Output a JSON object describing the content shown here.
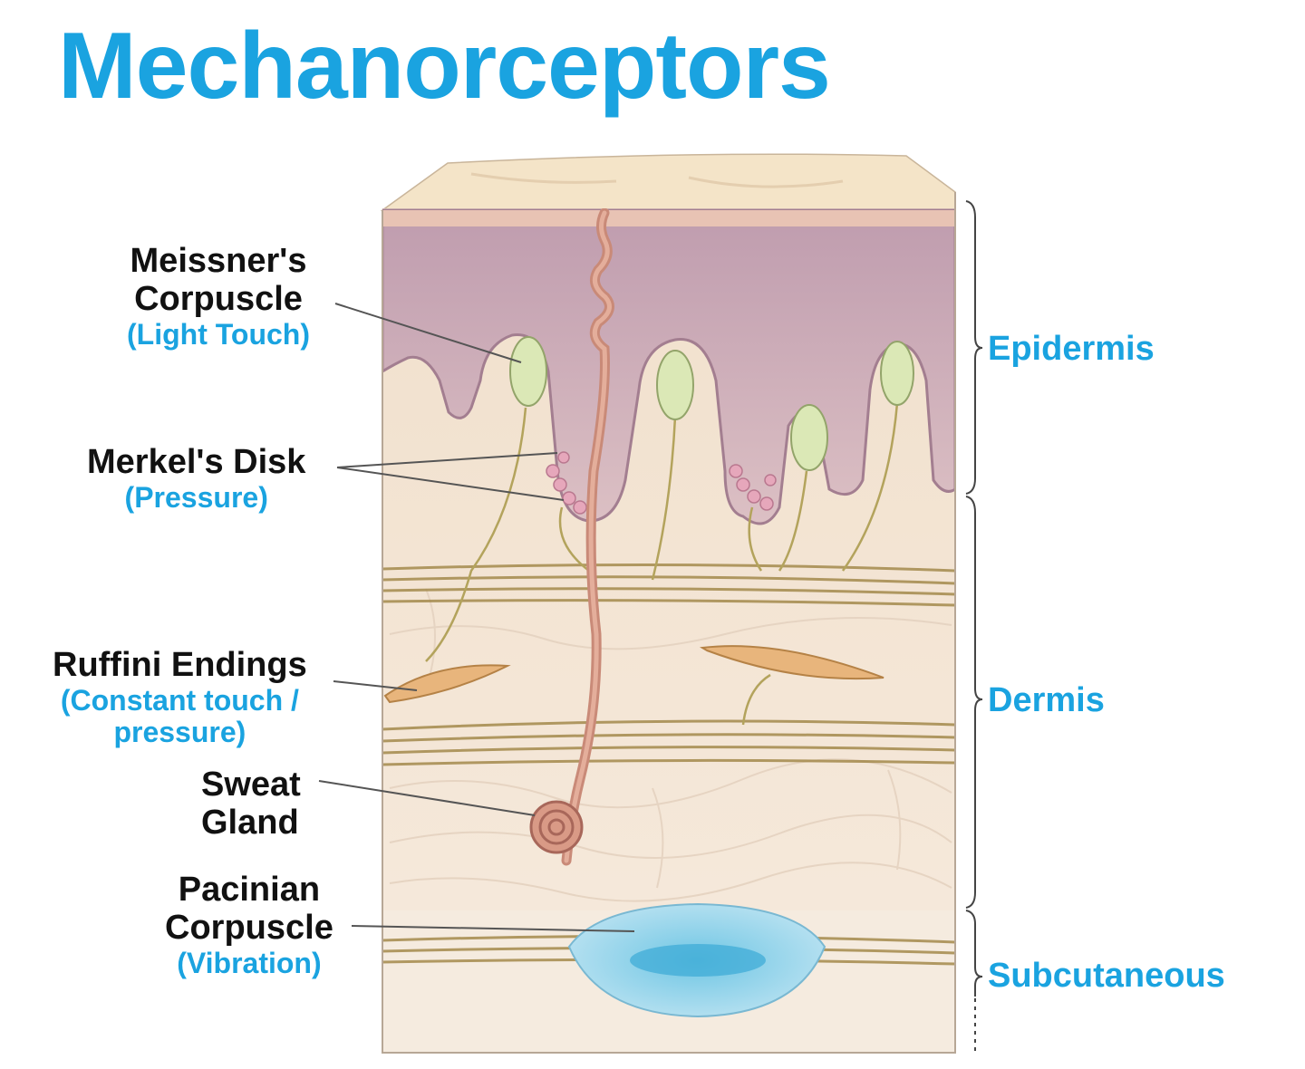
{
  "title": "Mechanorceptors",
  "colors": {
    "accent": "#1aa3e0",
    "label_text": "#111111"
  },
  "receptors": [
    {
      "name_lines": [
        "Meissner's",
        "Corpuscle"
      ],
      "function": "(Light Touch)"
    },
    {
      "name_lines": [
        "Merkel's Disk"
      ],
      "function": "(Pressure)"
    },
    {
      "name_lines": [
        "Ruffini Endings"
      ],
      "function_lines": [
        "(Constant touch /",
        "pressure)"
      ]
    },
    {
      "name_lines": [
        "Sweat",
        "Gland"
      ]
    },
    {
      "name_lines": [
        "Pacinian",
        "Corpuscle"
      ],
      "function": "(Vibration)"
    }
  ],
  "layers": [
    "Epidermis",
    "Dermis",
    "Subcutaneous"
  ]
}
